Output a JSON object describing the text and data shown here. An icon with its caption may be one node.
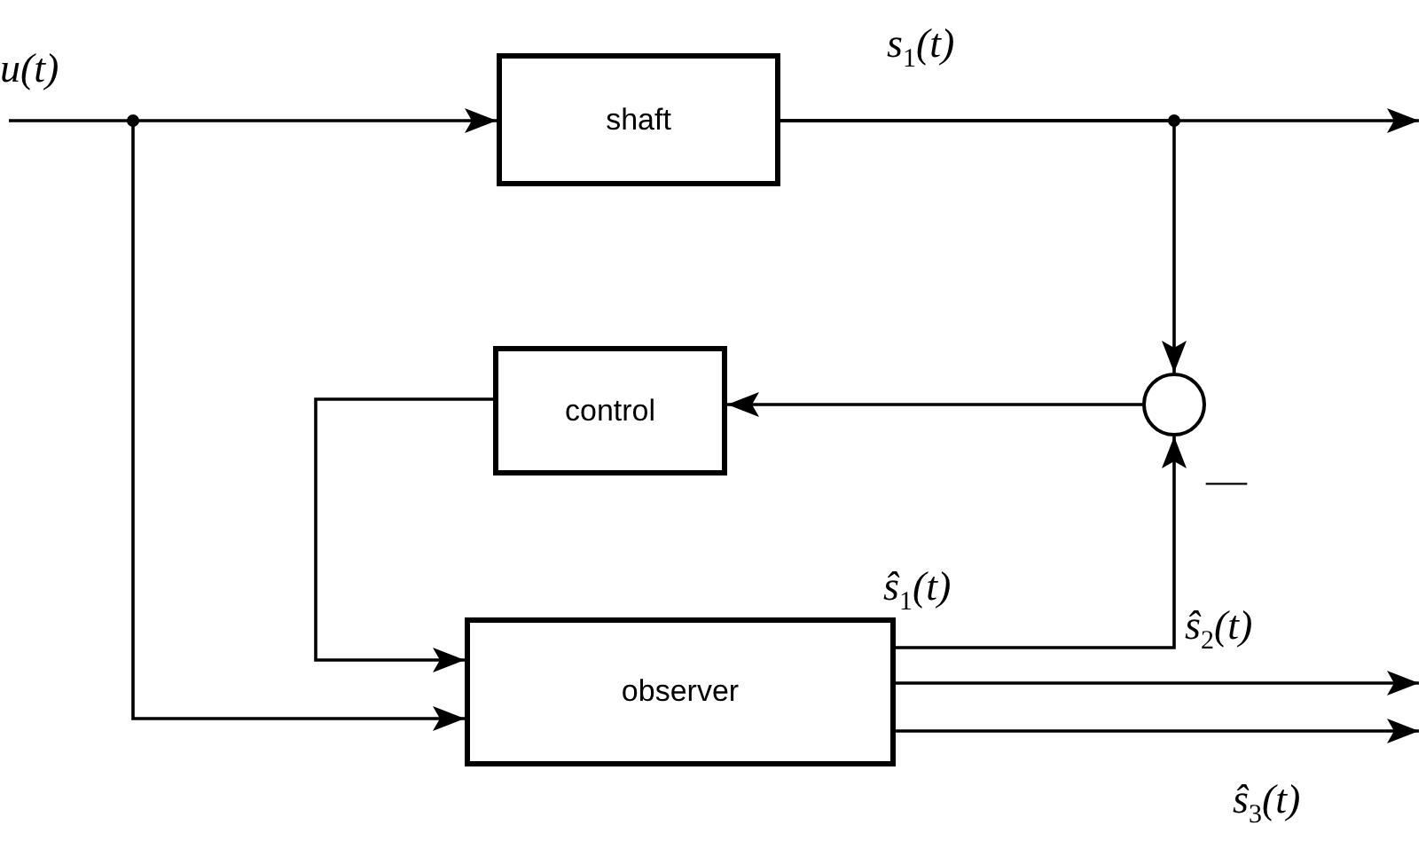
{
  "diagram": {
    "nodes": [
      {
        "text": [
          "shaft"
        ]
      },
      {
        "text": [
          "control"
        ]
      },
      {
        "text": [],
        "shape": "circle"
      },
      {
        "text": [
          "observer"
        ]
      }
    ],
    "edges": [
      {
        "from": null,
        "to": 0,
        "arrow": "to"
      },
      {
        "from": null,
        "to": 3,
        "arrow": "to"
      },
      {
        "from": 0,
        "to": null,
        "arrow": "to",
        "label": "s$_{1}$(t)"
      },
      {
        "from": 0,
        "to": 2,
        "arrow": "to"
      },
      {
        "from": 2,
        "to": 1,
        "arrow": "to"
      },
      {
        "from": 1,
        "to": 3,
        "arrow": "to"
      },
      {
        "from": 3,
        "to": 2,
        "arrow": "to",
        "label": "ŝ$_{1}$(t)"
      },
      {
        "from": 3,
        "to": null,
        "arrow": "to",
        "label": "ŝ$_{2}$(t)"
      },
      {
        "from": 3,
        "to": null,
        "arrow": "to",
        "label": "ŝ$_{3}$(t)"
      }
    ],
    "labels": [
      "u(t)",
      "—"
    ]
  }
}
